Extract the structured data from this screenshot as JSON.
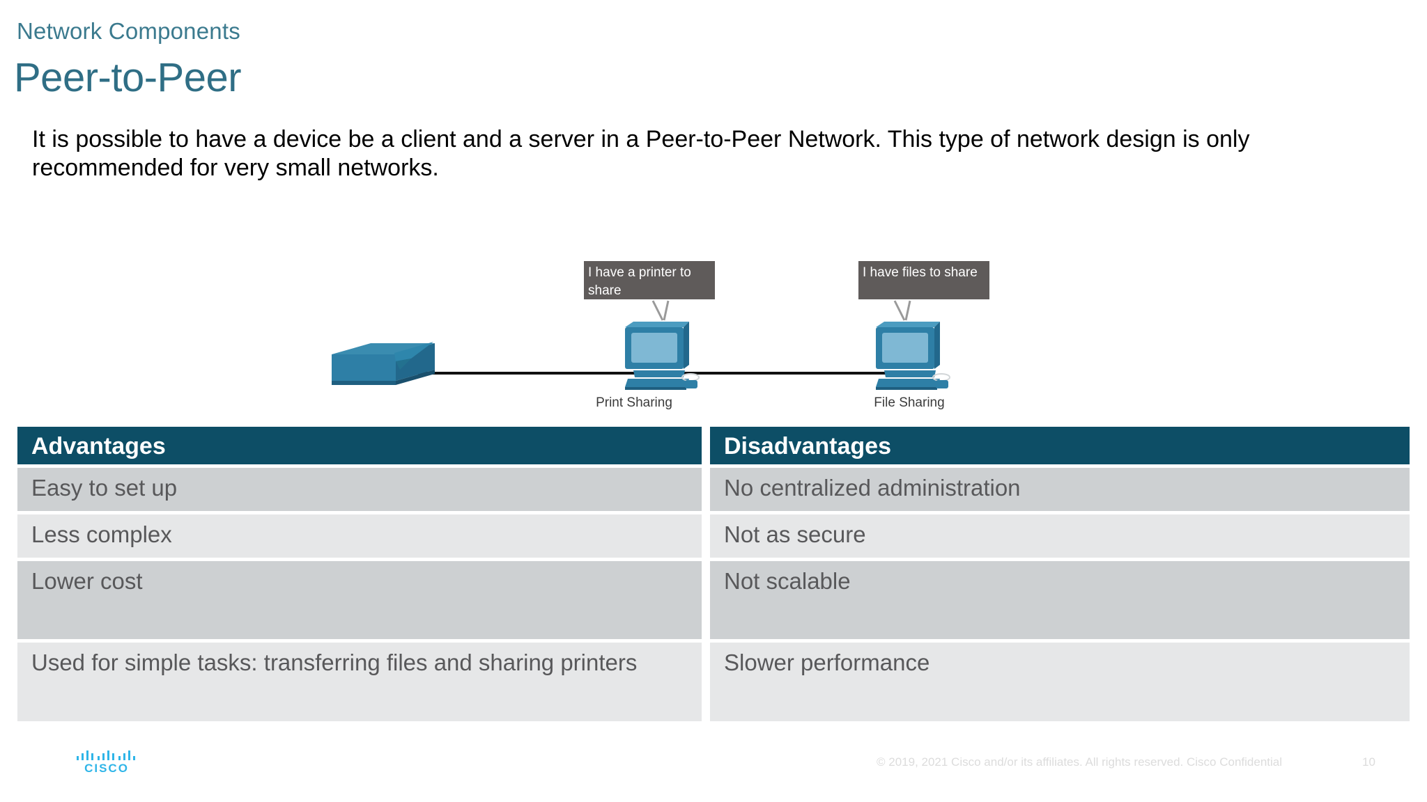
{
  "slide": {
    "eyebrow": "Network Components",
    "title": "Peer-to-Peer",
    "body": "It is possible to have a device be a client and a server in a Peer-to-Peer Network.  This type of network design is only recommended for very small networks."
  },
  "diagram": {
    "callouts": [
      {
        "id": "print",
        "text": "I have a printer to share"
      },
      {
        "id": "file",
        "text": "I have files to share"
      }
    ],
    "nodes": [
      {
        "id": "switch",
        "label": ""
      },
      {
        "id": "pc-print",
        "label": "Print Sharing"
      },
      {
        "id": "pc-file",
        "label": "File Sharing"
      }
    ],
    "colors": {
      "device": "#2E7FA6",
      "device_dark": "#1F5F80",
      "screen": "#7FB8D4",
      "callout_bg": "#5F5B5A",
      "link": "#111111"
    }
  },
  "table": {
    "headers": [
      "Advantages",
      "Disadvantages"
    ],
    "rows": [
      {
        "advantage": "Easy to set up",
        "disadvantage": "No centralized administration"
      },
      {
        "advantage": "Less complex",
        "disadvantage": "Not as secure"
      },
      {
        "advantage": "Lower cost",
        "disadvantage": "Not scalable"
      },
      {
        "advantage": "Used for simple tasks: transferring files and sharing printers",
        "disadvantage": "Slower performance"
      }
    ],
    "colors": {
      "header_bg": "#0D4E66",
      "header_fg": "#FFFFFF",
      "row_shade": "#CDD0D2",
      "row_light": "#E6E7E8",
      "cell_fg": "#58585A"
    }
  },
  "footer": {
    "logo_word": "CISCO",
    "copyright": "© 2019, 2021  Cisco and/or its affiliates. All rights reserved.   Cisco Confidential",
    "page_number": "10",
    "accent": "#2FB5E8"
  }
}
